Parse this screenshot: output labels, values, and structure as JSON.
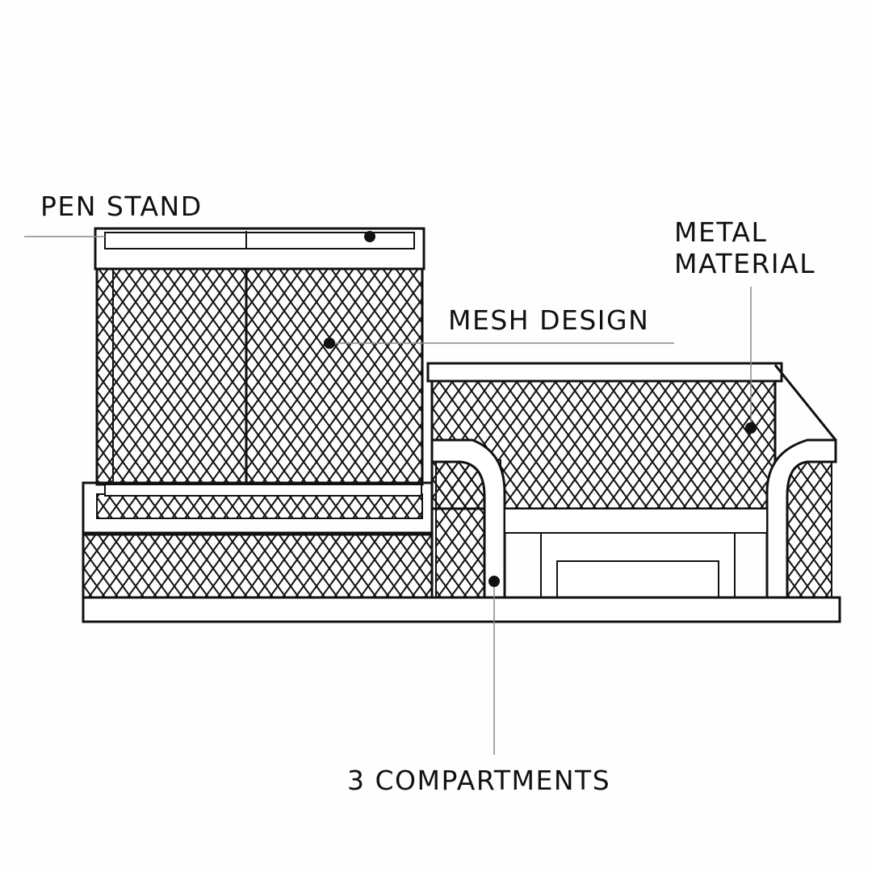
{
  "labels": {
    "pen_stand": "PEN STAND",
    "metal_material_line1": "METAL",
    "metal_material_line2": "MATERIAL",
    "mesh_design": "MESH DESIGN",
    "compartments": "3 COMPARTMENTS"
  },
  "colors": {
    "ink": "#111111",
    "leader": "#888888",
    "background": "#fefefe"
  }
}
